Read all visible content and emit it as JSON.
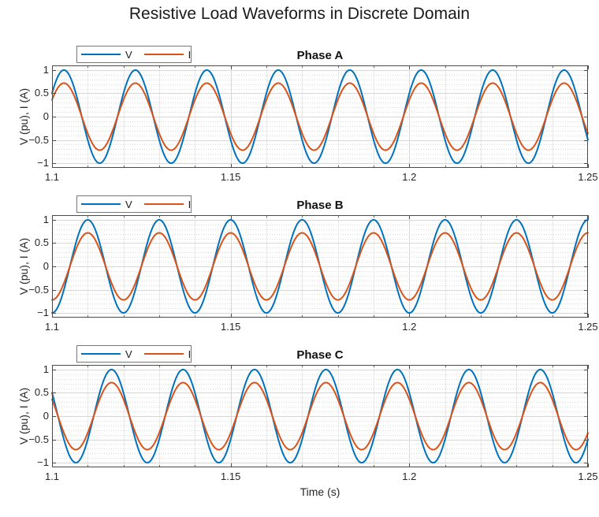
{
  "figure": {
    "title": "Resistive Load Waveforms in Discrete Domain",
    "background": "#ffffff"
  },
  "axes_common": {
    "xlabel": "Time (s)",
    "ylabel": "V (pu), I (A)",
    "xlim": [
      1.1,
      1.25
    ],
    "ylim": [
      -1.1,
      1.1
    ],
    "x_ticks": [
      1.1,
      1.15,
      1.2,
      1.25
    ],
    "x_tick_labels": [
      "1.1",
      "1.15",
      "1.2",
      "1.25"
    ],
    "y_ticks": [
      1,
      0.5,
      0,
      -0.5,
      -1
    ],
    "y_tick_labels": [
      "1",
      "0.5",
      "0",
      "−0.5",
      "−1"
    ],
    "x_minor_step": 0.01,
    "y_minor_step": 0.1,
    "grid": "major and minor on, box on, ticks mirrored",
    "axis_color": "#4a4a4a",
    "tick_label_color": "#262626",
    "grid_colors": {
      "major": "#d7d7d7",
      "minor_v": "#e9e9e9",
      "minor_h": "#dadada"
    },
    "legend": {
      "position": "above top-left",
      "entries": [
        {
          "label": "V",
          "color": "#0072BD"
        },
        {
          "label": "I",
          "color": "#D95319"
        }
      ]
    }
  },
  "chart_data": [
    {
      "type": "line",
      "title": "Phase A",
      "signal_model": "amplitude * sin(2*pi*frequency*t + phase)",
      "frequency_hz": 50,
      "phase_deg": 30,
      "x_range_s": [
        1.1,
        1.25
      ],
      "ylim": [
        -1.1,
        1.1
      ],
      "series": [
        {
          "name": "V",
          "amplitude": 1.0,
          "unit": "pu",
          "color": "#0072BD"
        },
        {
          "name": "I",
          "amplitude": 0.72,
          "unit": "A",
          "color": "#D95319"
        }
      ]
    },
    {
      "type": "line",
      "title": "Phase B",
      "signal_model": "amplitude * sin(2*pi*frequency*t + phase)",
      "frequency_hz": 50,
      "phase_deg": -90,
      "x_range_s": [
        1.1,
        1.25
      ],
      "ylim": [
        -1.1,
        1.1
      ],
      "series": [
        {
          "name": "V",
          "amplitude": 1.0,
          "unit": "pu",
          "color": "#0072BD"
        },
        {
          "name": "I",
          "amplitude": 0.72,
          "unit": "A",
          "color": "#D95319"
        }
      ]
    },
    {
      "type": "line",
      "title": "Phase C",
      "signal_model": "amplitude * sin(2*pi*frequency*t + phase)",
      "frequency_hz": 50,
      "phase_deg": 150,
      "x_range_s": [
        1.1,
        1.25
      ],
      "ylim": [
        -1.1,
        1.1
      ],
      "series": [
        {
          "name": "V",
          "amplitude": 1.0,
          "unit": "pu",
          "color": "#0072BD"
        },
        {
          "name": "I",
          "amplitude": 0.72,
          "unit": "A",
          "color": "#D95319"
        }
      ]
    }
  ]
}
